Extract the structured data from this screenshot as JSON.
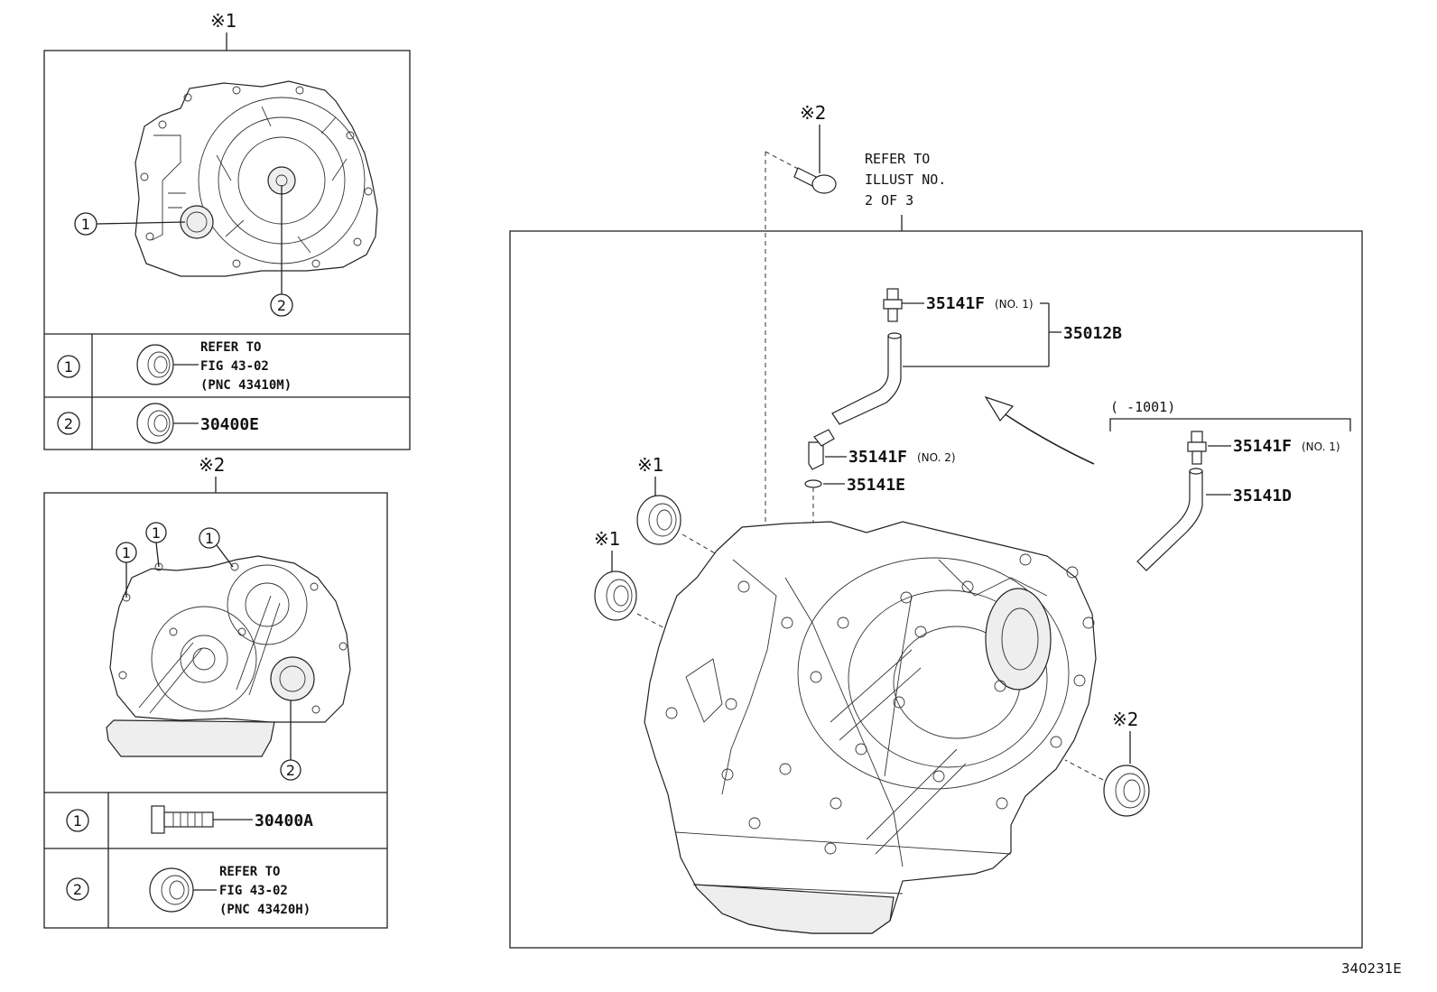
{
  "inset1": {
    "title": "※1",
    "callout_1": "1",
    "callout_2": "2",
    "rows": [
      {
        "id": "1",
        "line1": "REFER TO",
        "line2": "FIG 43-02",
        "line3": "(PNC 43410M)"
      },
      {
        "id": "2",
        "part": "30400E"
      }
    ]
  },
  "inset2": {
    "title": "※2",
    "callout_1a": "1",
    "callout_1b": "1",
    "callout_1c": "1",
    "callout_2": "2",
    "rows": [
      {
        "id": "1",
        "part": "30400A"
      },
      {
        "id": "2",
        "line1": "REFER TO",
        "line2": "FIG 43-02",
        "line3": "(PNC 43420H)"
      }
    ]
  },
  "main": {
    "bolt_mark": "※2",
    "refer_note": [
      "REFER TO",
      "ILLUST NO.",
      "2 OF 3"
    ],
    "callouts": {
      "p35141F_no1": {
        "part": "35141F",
        "suffix": "(NO. 1)"
      },
      "p35012B": "35012B",
      "p35141F_no2": {
        "part": "35141F",
        "suffix": "(NO. 2)"
      },
      "p35141E": "35141E",
      "mark1a": "※1",
      "mark1b": "※1",
      "mark2": "※2"
    },
    "range_label": "(      -1001)",
    "range_parts": {
      "p35141F_no1": {
        "part": "35141F",
        "suffix": "(NO. 1)"
      },
      "p35141D": "35141D"
    }
  },
  "footer": {
    "illustration_no": "340231E"
  }
}
